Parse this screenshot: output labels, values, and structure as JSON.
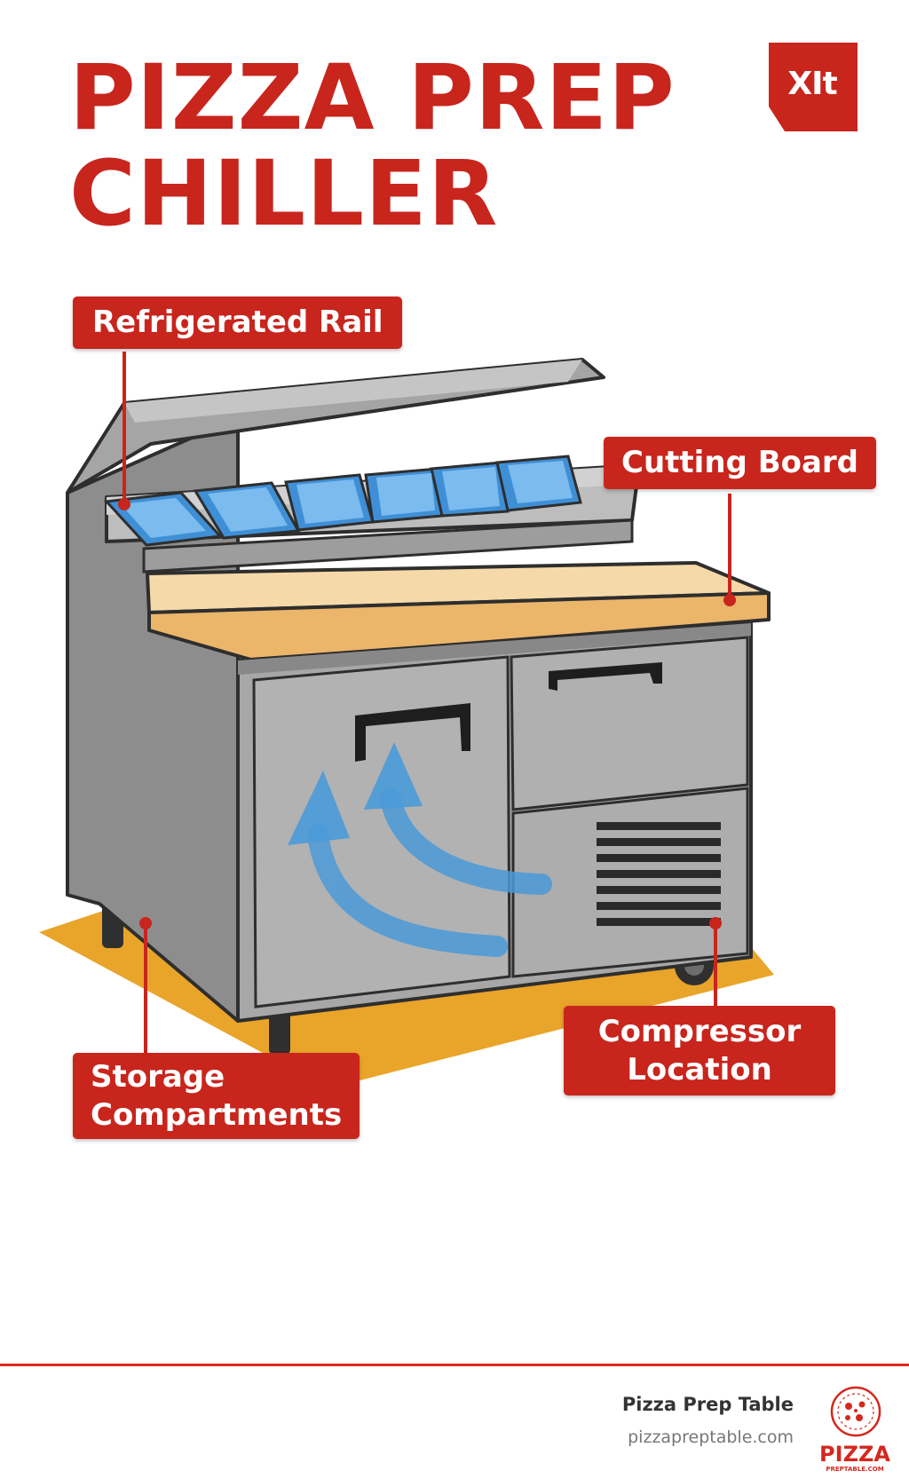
{
  "title": {
    "line1": "PIZZA PREP",
    "line2": "CHILLER"
  },
  "brand": {
    "logo_text": "XIt"
  },
  "labels": {
    "refrigerated_rail": "Refrigerated Rail",
    "cutting_board": "Cutting Board",
    "storage_line1": "Storage",
    "storage_line2": "Compartments",
    "compressor_line1": "Compressor",
    "compressor_line2": "Location"
  },
  "footer": {
    "site_name": "Pizza Prep Table",
    "url": "pizzapreptable.com",
    "logo_word": "PIZZA",
    "logo_sub": "PREPTABLE.COM"
  },
  "colors": {
    "accent_red": "#c8251d",
    "steel": "#9b9b9b",
    "board": "#f6d9a8",
    "floor": "#e9a42a",
    "pans": "#3f8fd6",
    "airflow": "#4a9ad8"
  }
}
